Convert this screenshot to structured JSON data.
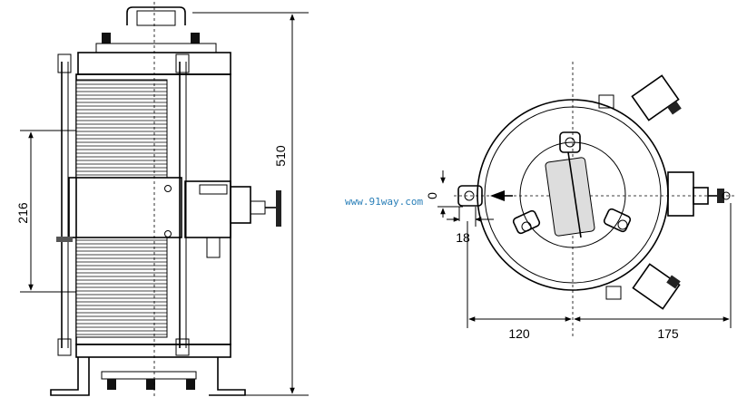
{
  "dimensions": {
    "height_total": "510",
    "mid_section": "216",
    "offset_zero": "0",
    "slot_width": "18",
    "left_radius": "120",
    "right_extent": "175"
  },
  "watermark": "www.91way.com"
}
